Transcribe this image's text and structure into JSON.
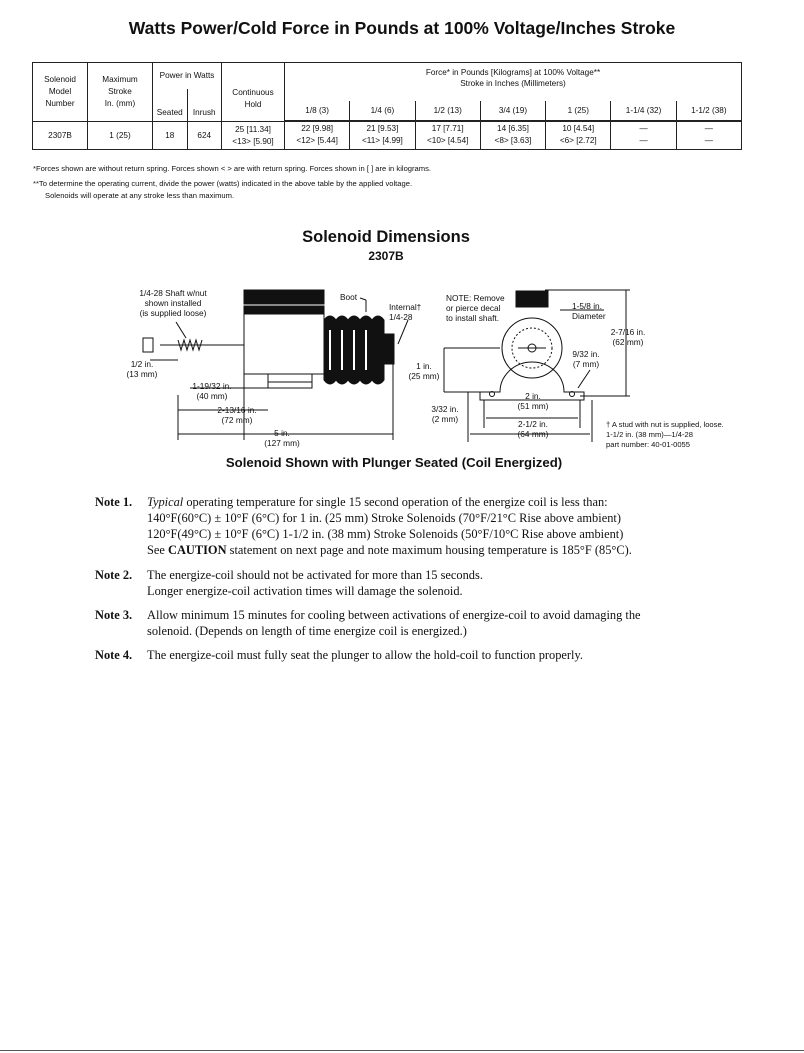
{
  "page_title": "Watts Power/Cold Force in Pounds at 100% Voltage/Inches Stroke",
  "table": {
    "h_model": [
      "Solenoid",
      "Model",
      "Number"
    ],
    "h_stroke": [
      "Maximum",
      "Stroke",
      "In. (mm)"
    ],
    "h_power": "Power in Watts",
    "h_seated": "Seated",
    "h_inrush": "Inrush",
    "h_cont": [
      "Continuous",
      "Hold"
    ],
    "h_force": [
      "Force* in Pounds [Kilograms] at 100% Voltage**",
      "Stroke in Inches (Millimeters)"
    ],
    "stroke_cols": [
      "1/8 (3)",
      "1/4 (6)",
      "1/2 (13)",
      "3/4 (19)",
      "1 (25)",
      "1-1/4 (32)",
      "1-1/2 (38)"
    ],
    "row": {
      "model": "2307B",
      "stroke": "1 (25)",
      "seated": "18",
      "inrush": "624",
      "cont": [
        "25 [11.34]",
        "<13> [5.90]"
      ],
      "forces": [
        [
          "22 [9.98]",
          "<12> [5.44]"
        ],
        [
          "21 [9.53]",
          "<11> [4.99]"
        ],
        [
          "17 [7.71]",
          "<10> [4.54]"
        ],
        [
          "14 [6.35]",
          "<8> [3.63]"
        ],
        [
          "10 [4.54]",
          "<6> [2.72]"
        ],
        [
          "—",
          "—"
        ],
        [
          "—",
          "—"
        ]
      ]
    }
  },
  "footnotes": [
    "*Forces shown are without return spring. Forces shown < > are with return spring. Forces shown in [ ] are in kilograms.",
    "**To determine the operating current, divide the power (watts) indicated in the above table by the applied voltage.",
    "Solenoids will operate at any stroke less than maximum."
  ],
  "dimensions": {
    "title": "Solenoid Dimensions",
    "model": "2307B",
    "shaft_label": [
      "1/4-28 Shaft w/nut",
      "shown installed",
      "(is supplied loose)"
    ],
    "boot": "Boot",
    "internal": [
      "Internal†",
      "1/4-28"
    ],
    "note_decal": [
      "NOTE: Remove",
      "or pierce decal",
      "to install shaft."
    ],
    "diameter": [
      "1-5/8 in.",
      "Diameter"
    ],
    "height": [
      "2-7/16 in.",
      "(62 mm)"
    ],
    "mount_h": [
      "9/32 in.",
      "(7 mm)"
    ],
    "half_in": [
      "1/2 in.",
      "(13 mm)"
    ],
    "one_in": [
      "1 in.",
      "(25 mm)"
    ],
    "d1": [
      "1-19/32 in.",
      "(40 mm)"
    ],
    "d2": [
      "2-13/16 in.",
      "(72 mm)"
    ],
    "d3": [
      "5 in.",
      "(127 mm)"
    ],
    "d4": [
      "3/32 in.",
      "(2 mm)"
    ],
    "d5": [
      "2 in.",
      "(51 mm)"
    ],
    "d6": [
      "2-1/2 in.",
      "(64 mm)"
    ],
    "stud_note": [
      "† A stud with nut is supplied, loose.",
      "1-1/2 in. (38 mm)—1/4-28",
      "part number: 40-01-0055"
    ],
    "caption": "Solenoid Shown with Plunger Seated (Coil Energized)"
  },
  "notes": [
    {
      "label": "Note 1.",
      "lines": [
        "<i>Typical</i> operating temperature for single 15 second operation of the energize coil is less than:",
        "140°F(60°C) ± 10°F (6°C) for 1 in. (25 mm) Stroke Solenoids (70°F/21°C Rise above ambient)",
        "120°F(49°C) ± 10°F (6°C) 1-1/2 in. (38 mm) Stroke Solenoids (50°F/10°C Rise above ambient)",
        "See <b>CAUTION</b> statement on next page and note maximum housing temperature is 185°F (85°C)."
      ]
    },
    {
      "label": "Note 2.",
      "lines": [
        "The energize-coil should not be activated for more than 15 seconds.",
        "Longer energize-coil activation times will damage the solenoid."
      ]
    },
    {
      "label": "Note 3.",
      "lines": [
        "Allow minimum 15 minutes for cooling between activations of energize-coil to avoid damaging the",
        "solenoid. (Depends on length of time energize coil is energized.)"
      ]
    },
    {
      "label": "Note 4.",
      "lines": [
        "The energize-coil must fully seat the plunger to allow the hold-coil to function properly."
      ]
    }
  ]
}
